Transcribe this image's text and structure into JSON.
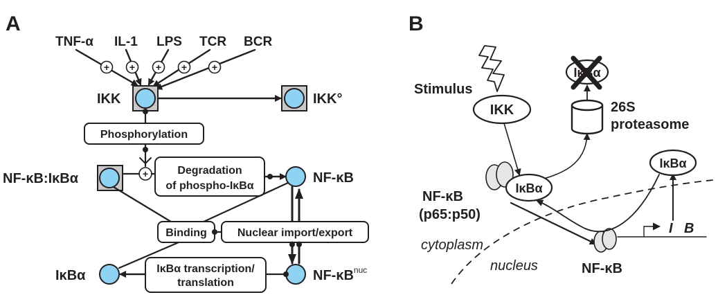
{
  "panel_a": {
    "letter": "A",
    "stimuli": [
      "TNF-α",
      "IL-1",
      "LPS",
      "TCR",
      "BCR"
    ],
    "plus_sign": "+",
    "ikk_label": "IKK",
    "ikk_inactive_label": "IKK°",
    "complex_label": "NF-κB:IκBα",
    "nfkb_label": "NF-κB",
    "nfkb_nuc_label": "NF-κB",
    "nfkb_nuc_sup": "nuc",
    "ikba_label": "IκBα",
    "processes": {
      "phosphorylation": "Phosphorylation",
      "degradation_1": "Degradation",
      "degradation_2": "of phospho-IκBα",
      "binding": "Binding",
      "nuclear": "Nuclear import/export",
      "transcription_1": "IκBα transcription/",
      "transcription_2": "translation"
    }
  },
  "panel_b": {
    "letter": "B",
    "stimulus": "Stimulus",
    "ikk": "IKK",
    "ikba_degraded": "IκBα",
    "proteasome_1": "26S",
    "proteasome_2": "proteasome",
    "ikba_new": "IκBα",
    "ikba_bound": "IκBα",
    "nfkb": "NF-κB",
    "nfkb_sub": "(p65:p50)",
    "cytoplasm": "cytoplasm",
    "nucleus": "nucleus",
    "nfkb_nuc": "NF-κB",
    "gene_1": "I",
    "gene_2": "B"
  },
  "colors": {
    "node_fill": "#8fd3f4",
    "square_fill": "#c9c9c9",
    "ink": "#231f20"
  }
}
